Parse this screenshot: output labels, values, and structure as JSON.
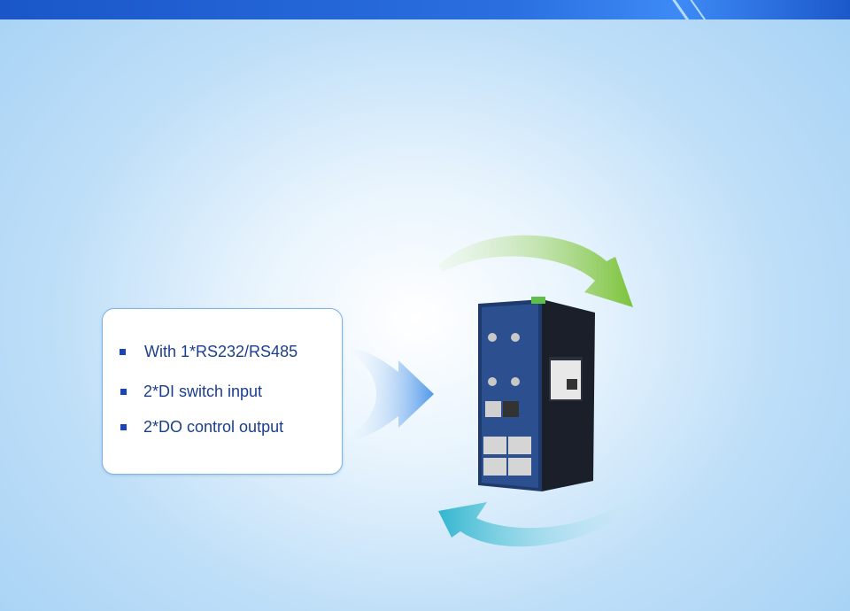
{
  "features": [
    "With 1*RS232/RS485",
    "2*DI switch input",
    "2*DO control output"
  ],
  "colors": {
    "banner": "#2a6fe0",
    "bullet": "#1a46b5",
    "text": "#1b3f8c",
    "arrow_green": "#7cc33a",
    "arrow_teal": "#32b6cf",
    "arrow_blue": "#5aa2ec"
  }
}
